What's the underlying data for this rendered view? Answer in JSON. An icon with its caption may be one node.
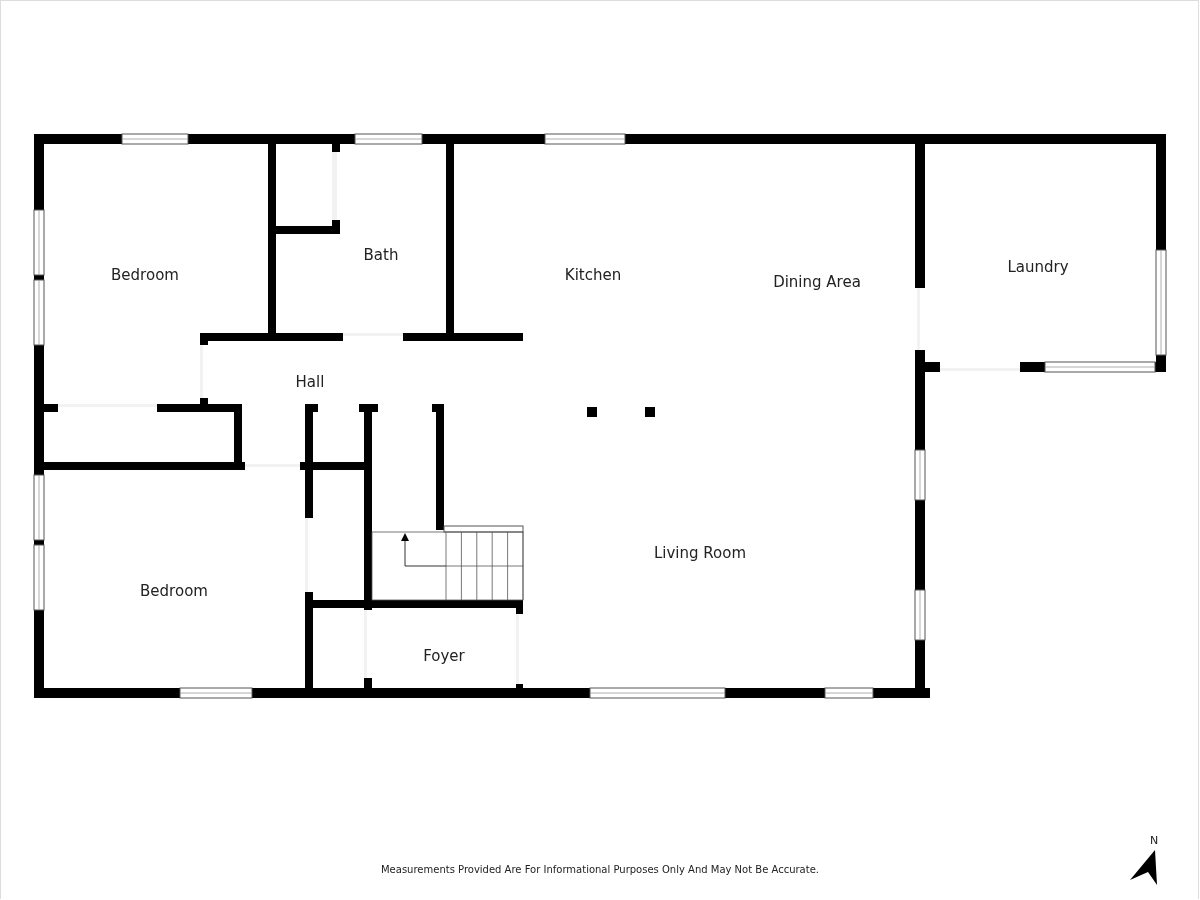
{
  "diagram": {
    "labels": [
      "Bedroom",
      "Bath",
      "Kitchen",
      "Dining Area",
      "Laundry",
      "Hall",
      "Living Room",
      "Bedroom",
      "Foyer",
      "N",
      "Measurements Provided Are For Informational Purposes Only And May Not Be Accurate."
    ]
  }
}
